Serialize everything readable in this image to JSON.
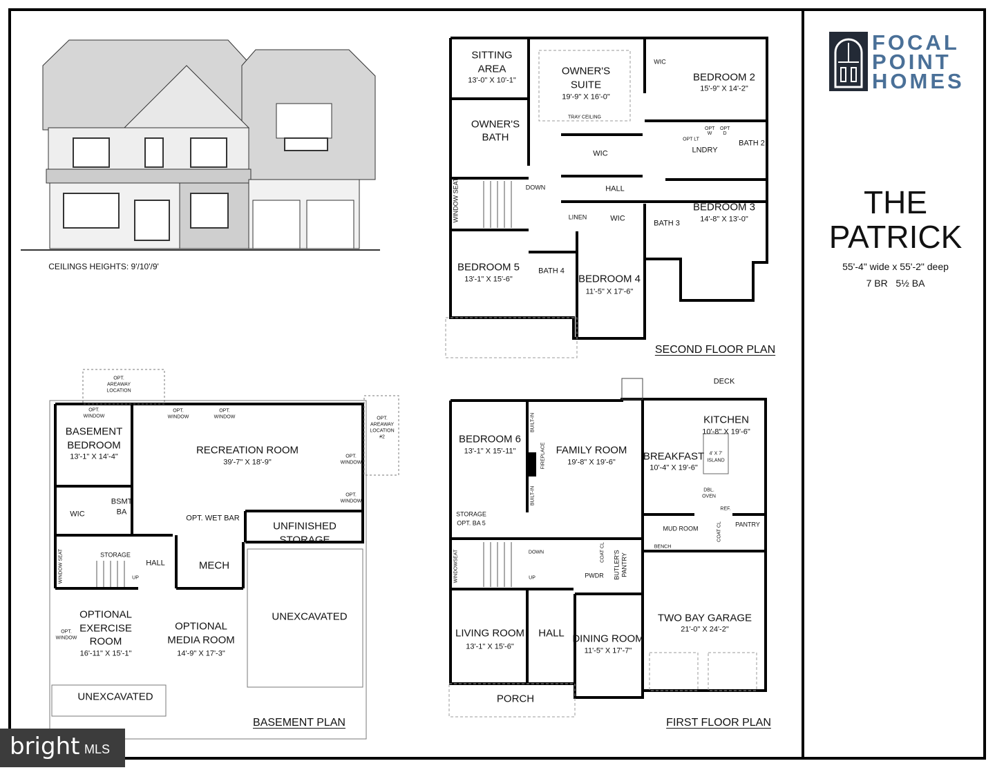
{
  "brand": {
    "logo_text": [
      "FOCAL",
      "POINT",
      "HOMES"
    ],
    "logo_color": "#4a7098",
    "logo_icon": "arched-door-icon"
  },
  "plan_name": [
    "THE",
    "PATRICK"
  ],
  "specs": {
    "size": "55'-4\" wide x 55'-2\" deep",
    "rooms": "7 BR   5½ BA"
  },
  "elevation": {
    "ceilings": "CEILINGS HEIGHTS:  9'/10'/9'"
  },
  "second_floor": {
    "title": "SECOND FLOOR PLAN",
    "sitting_area": [
      "SITTING",
      "AREA",
      "13'-0\" X 10'-1\""
    ],
    "owners_suite": [
      "OWNER'S",
      "SUITE",
      "19'-9\" X 16'-0\""
    ],
    "tray_ceiling": "TRAY CEILING",
    "wic_bed2": "WIC",
    "bedroom2": [
      "BEDROOM 2",
      "15'-9\" X 14'-2\""
    ],
    "owners_bath": [
      "OWNER'S",
      "BATH"
    ],
    "wic_owner": "WIC",
    "opt_lt": "OPT LT",
    "opt_w": "OPT W",
    "opt_d": "OPT D",
    "laundry": "LNDRY",
    "bath2": "BATH 2",
    "down": "DOWN",
    "hall": "HALL",
    "window_seat": "WINDOW SEAT",
    "bedroom3": [
      "BEDROOM 3",
      "14'-8\" X 13'-0\""
    ],
    "linen": "LINEN",
    "wic_bed4": "WIC",
    "bath3": "BATH 3",
    "bedroom5": [
      "BEDROOM 5",
      "13'-1\" X 15'-6\""
    ],
    "bath4": "BATH 4",
    "bedroom4": [
      "BEDROOM 4",
      "11'-5\" X 17'-6\""
    ]
  },
  "first_floor": {
    "title": "FIRST FLOOR PLAN",
    "deck": "DECK",
    "kitchen": [
      "KITCHEN",
      "10'-8\" X 19'-6\""
    ],
    "bedroom6": [
      "BEDROOM 6",
      "13'-1\" X 15'-11\""
    ],
    "built_in": "BUILT-IN",
    "fireplace": "FIREPLACE",
    "family_room": [
      "FAMILY ROOM",
      "19'-8\" X 19'-6\""
    ],
    "breakfast": [
      "BREAKFAST",
      "10'-4\" X 19'-6\""
    ],
    "island": [
      "4' X 7'",
      "ISLAND"
    ],
    "dbl_oven": [
      "DBL.",
      "OVEN"
    ],
    "ref": "REF.",
    "storage": [
      "STORAGE",
      "OPT. BA 5"
    ],
    "mud_room": "MUD ROOM",
    "pantry": "PANTRY",
    "coat_cl": "COAT CL",
    "bench": "BENCH",
    "window_seat": "WINDOWSEAT",
    "down": "DOWN",
    "up": "UP",
    "pwdr": "PWDR",
    "butlers_pantry": [
      "BUTLER'S",
      "PANTRY"
    ],
    "garage": [
      "TWO BAY GARAGE",
      "21'-0\" X 24'-2\""
    ],
    "living_room": [
      "LIVING ROOM",
      "13'-1\" X 15'-6\""
    ],
    "hall": "HALL",
    "dining_room": [
      "DINING ROOM",
      "11'-5\" X 17'-7\""
    ],
    "porch": "PORCH"
  },
  "basement": {
    "title": "BASEMENT PLAN",
    "areaway": [
      "OPT.",
      "AREAWAY",
      "LOCATION"
    ],
    "areaway2": [
      "OPT.",
      "AREAWAY",
      "LOCATION",
      "#2"
    ],
    "opt_window": [
      "OPT.",
      "WINDOW"
    ],
    "basement_bedroom": [
      "BASEMENT",
      "BEDROOM",
      "13'-1\" X 14'-4\""
    ],
    "recreation_room": [
      "RECREATION ROOM",
      "39'-7\" X 18'-9\""
    ],
    "wic": "WIC",
    "bsmt_ba": [
      "BSMT.",
      "BA"
    ],
    "wet_bar": "OPT. WET BAR",
    "unfinished_storage": [
      "UNFINISHED",
      "STORAGE"
    ],
    "storage": "STORAGE",
    "hall": "HALL",
    "mech": "MECH",
    "up": "UP",
    "window_seat": "WINDOW SEAT",
    "exercise_room": [
      "OPTIONAL",
      "EXERCISE",
      "ROOM",
      "16'-11\" X 15'-1\""
    ],
    "media_room": [
      "OPTIONAL",
      "MEDIA ROOM",
      "14'-9\" X 17'-3\""
    ],
    "unexcavated": "UNEXCAVATED"
  },
  "watermark": {
    "brand": "bright",
    "suffix": "MLS"
  }
}
